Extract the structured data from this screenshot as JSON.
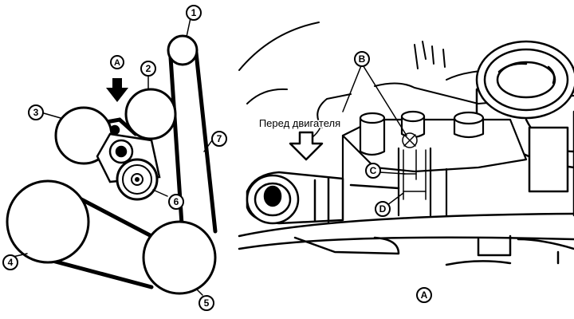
{
  "left_panel": {
    "callouts": [
      {
        "id": "pulley-1",
        "label": "1"
      },
      {
        "id": "pulley-2",
        "label": "2"
      },
      {
        "id": "pulley-3",
        "label": "3"
      },
      {
        "id": "pulley-4",
        "label": "4"
      },
      {
        "id": "pulley-5",
        "label": "5"
      },
      {
        "id": "tensioner-6",
        "label": "6"
      },
      {
        "id": "belt-7",
        "label": "7"
      }
    ],
    "view_marker": "A"
  },
  "right_panel": {
    "direction_label": "Перед двигателя",
    "callout_b": "B",
    "callout_c": "C",
    "callout_d": "D",
    "view_caption": "A"
  },
  "colors": {
    "ink": "#000000",
    "paper": "#ffffff"
  }
}
